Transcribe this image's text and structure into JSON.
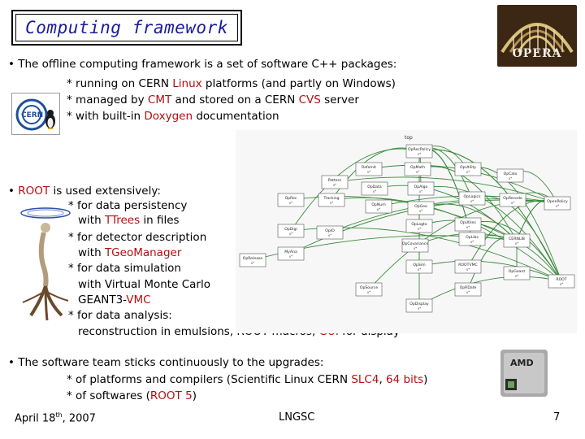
{
  "title": "Computing framework",
  "logos": {
    "opera_label": "OPERA",
    "amd_label": "AMD"
  },
  "bullets": {
    "b1": {
      "main": "• The offline computing framework is a set of software C++ packages:",
      "l1a": "* running on CERN ",
      "l1b": "Linux",
      "l1c": " platforms (and partly on Windows)",
      "l2a": "* managed by ",
      "l2b": "CMT",
      "l2c": " and stored on a CERN ",
      "l2d": "CVS",
      "l2e": " server",
      "l3a": "* with built-in ",
      "l3b": "Doxygen",
      "l3c": " documentation"
    },
    "b2": {
      "main_a": "• ",
      "main_b": "ROOT",
      "main_c": " is used extensively:",
      "s1": "* for data persistency",
      "s1b_a": "with ",
      "s1b_b": "TTrees",
      "s1b_c": " in files",
      "s2": "* for detector description",
      "s2b_a": "with ",
      "s2b_b": "TGeoManager",
      "s3": "* for data simulation",
      "s3b": "with Virtual Monte Carlo",
      "s3c_a": "GEANT3-",
      "s3c_b": "VMC",
      "s4": "* for data analysis:",
      "s4b_a": "reconstruction in emulsions, ROOT macros, ",
      "s4b_b": "GUI",
      "s4b_c": " for display"
    },
    "b3": {
      "main": "• The software team sticks continuously to the upgrades:",
      "l1a": "* of platforms and compilers (Scientific Linux CERN ",
      "l1b": "SLC4",
      "l1c": ", ",
      "l1d": "64 bits",
      "l1e": ")",
      "l2a": "* of softwares (",
      "l2b": "ROOT 5",
      "l2c": ")"
    }
  },
  "diagram": {
    "top_label": "top",
    "nodes": [
      "OpRecPolicy",
      "Rafemit",
      "OpMath",
      "OpUtility",
      "Pattern",
      "OpData",
      "OpAlgo",
      "OpCalo",
      "OpRec",
      "Tracking",
      "OpNum",
      "OpGeo",
      "OpLogics",
      "OpRecode",
      "OpenPolicy",
      "OpDigi",
      "OpIO",
      "OpLogto",
      "OpUtiles",
      "MyAna",
      "OpCovariance",
      "OpLibs",
      "CERNLIB",
      "OpRelease",
      "OpSim",
      "ROOTVMC",
      "OpGeant",
      "ROOT",
      "OpSource",
      "OpRDate",
      "OpDisplay"
    ]
  },
  "footer": {
    "date_a": "April 18",
    "date_sup": "th",
    "date_b": ", 2007",
    "venue": "LNGSC",
    "page": "7"
  }
}
